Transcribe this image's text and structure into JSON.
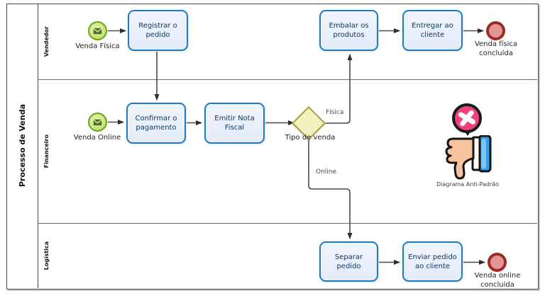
{
  "pool": {
    "title": "Processo de Venda"
  },
  "lanes": [
    {
      "label": "Vendedor"
    },
    {
      "label": "Financeiro"
    },
    {
      "label": "Logística"
    }
  ],
  "events": {
    "start_fisica": {
      "label": "Venda Física",
      "type": "message-start"
    },
    "start_online": {
      "label": "Venda Online",
      "type": "message-start"
    },
    "end_fisica": {
      "label": "Venda física concluída",
      "type": "end"
    },
    "end_online": {
      "label": "Venda online concluída",
      "type": "end"
    }
  },
  "tasks": {
    "registrar": {
      "label": "Registrar o pedido"
    },
    "confirmar": {
      "label": "Confirmar o pagamento"
    },
    "emitir": {
      "label": "Emitir Nota Fiscal"
    },
    "embalar": {
      "label": "Embalar os produtos"
    },
    "entregar": {
      "label": "Entregar ao cliente"
    },
    "separar": {
      "label": "Separar pedido"
    },
    "enviar": {
      "label": "Enviar pedido ao cliente"
    }
  },
  "gateway": {
    "label": "Tipo de venda",
    "branches": {
      "fisica": "Física",
      "online": "Online"
    }
  },
  "sticker": {
    "label": "Diagrama Anti-Padrão"
  },
  "colors": {
    "task_border": "#1b7cc2",
    "task_fill": "#e9effb",
    "start_border": "#68a51b",
    "start_fill": "#c9e473",
    "end_border": "#9d2b23",
    "end_fill": "#e29496",
    "gateway_border": "#a9a23d",
    "gateway_fill": "#f4f1c0",
    "sticker_pink": "#f2427b",
    "sticker_blue": "#2f9ff0",
    "sticker_skin": "#f7c29e"
  }
}
